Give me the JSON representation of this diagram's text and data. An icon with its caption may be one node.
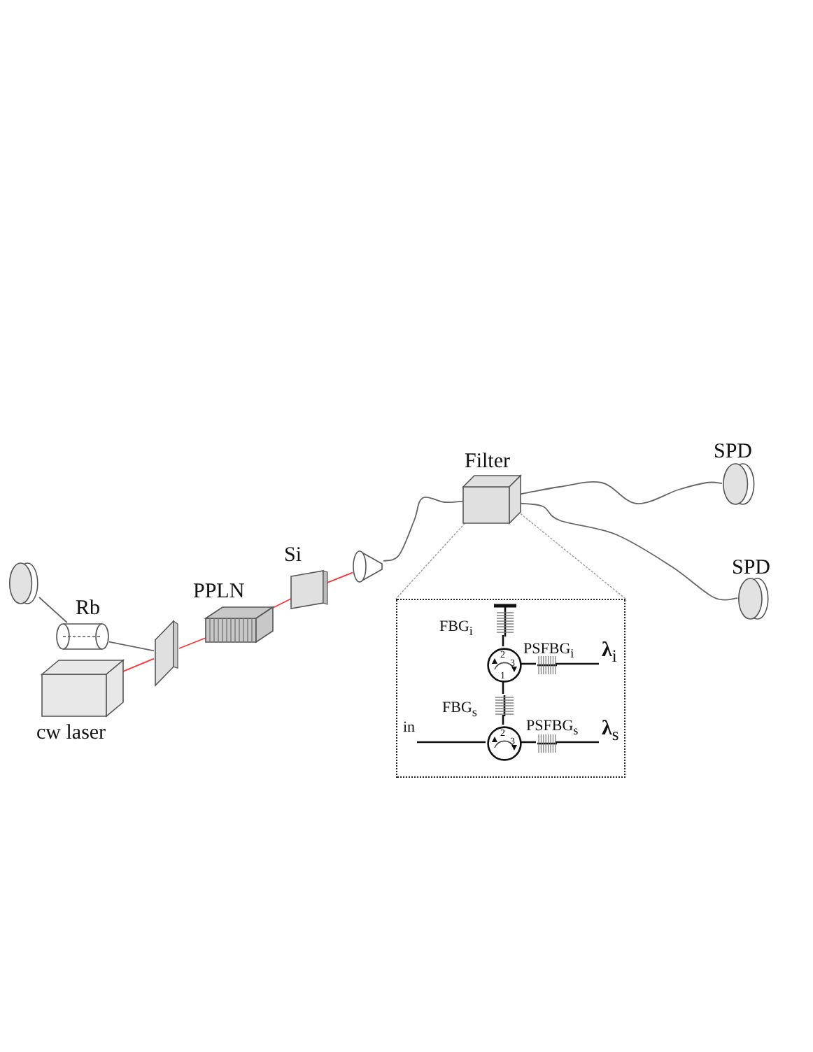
{
  "diagram": {
    "nodes": [
      {
        "text": [],
        "shape": "disc"
      },
      {
        "text": [
          "Rb"
        ]
      },
      {
        "text": [
          "cw laser"
        ]
      },
      {
        "text": [],
        "shape": "plate"
      },
      {
        "text": [
          "PPLN"
        ]
      },
      {
        "text": [
          "Si"
        ]
      },
      {
        "text": [],
        "shape": "cone"
      },
      {
        "text": [
          "Filter"
        ]
      },
      {
        "text": [
          "SPD"
        ]
      },
      {
        "text": [
          "SPD"
        ]
      },
      {
        "text": [],
        "shape": "box"
      },
      {
        "text": [
          "FBG$_{i}$"
        ],
        "in": 10
      },
      {
        "text": [],
        "shape": "circle",
        "in": 10
      },
      {
        "text": [
          "PSFBG$_{i}$"
        ],
        "in": 10
      },
      {
        "text": [
          "FBG$_{s}$"
        ],
        "in": 10
      },
      {
        "text": [],
        "shape": "circle",
        "in": 10
      },
      {
        "text": [
          "PSFBG$_{s}$"
        ],
        "in": 10
      },
      {
        "text": [
          "**λ**$_{i}$"
        ],
        "in": 10
      },
      {
        "text": [
          "in"
        ],
        "in": 10
      },
      {
        "text": [
          "**λ**$_{s}$"
        ],
        "in": 10
      }
    ],
    "edges": [
      {
        "from": 2,
        "to": 3,
        "arrow": "none",
        "color": "#ff3333"
      },
      {
        "from": 3,
        "to": 4,
        "arrow": "none",
        "color": "#ff3333"
      },
      {
        "from": 4,
        "to": 5,
        "arrow": "none",
        "color": "#ff3333"
      },
      {
        "from": 5,
        "to": 6,
        "arrow": "none",
        "color": "#ff3333"
      },
      {
        "from": 3,
        "to": 1,
        "arrow": "none"
      },
      {
        "from": 1,
        "to": 0,
        "arrow": "none"
      },
      {
        "from": 6,
        "to": 7,
        "arrow": "none"
      },
      {
        "from": 7,
        "to": 8,
        "arrow": "none"
      },
      {
        "from": 7,
        "to": 9,
        "arrow": "none"
      },
      {
        "from": 18,
        "to": 15,
        "arrow": "none"
      },
      {
        "from": 15,
        "to": 14,
        "arrow": "none"
      },
      {
        "from": 14,
        "to": 12,
        "arrow": "none"
      },
      {
        "from": 12,
        "to": 11,
        "arrow": "none"
      },
      {
        "from": 12,
        "to": 13,
        "arrow": "none"
      },
      {
        "from": 13,
        "to": 17,
        "arrow": "none"
      },
      {
        "from": 15,
        "to": 16,
        "arrow": "none"
      },
      {
        "from": 16,
        "to": 19,
        "arrow": "none"
      },
      {
        "from": 7,
        "to": 10,
        "arrow": "none",
        "style": "dashed",
        "color": "#999999"
      },
      {
        "from": 7,
        "to": 10,
        "arrow": "none",
        "style": "dashed",
        "color": "#999999"
      }
    ],
    "labels": [
      "2",
      "3",
      "1",
      "2",
      "3"
    ]
  }
}
